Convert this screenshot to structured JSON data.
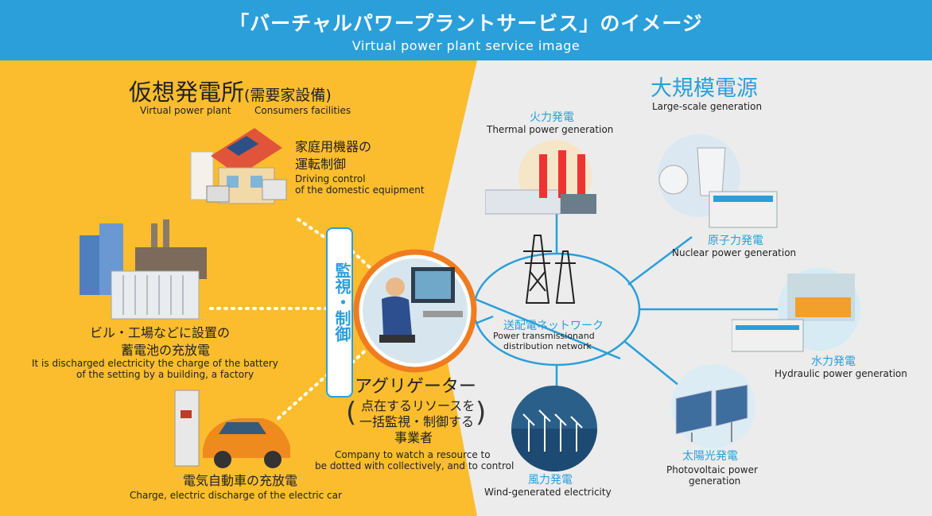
{
  "header": {
    "title": "「バーチャルパワープラントサービス」のイメージ",
    "subtitle": "Virtual power plant service image"
  },
  "left": {
    "title_jp": "仮想発電所",
    "title_jp_paren": "(需要家設備)",
    "title_en_1": "Virtual power plant",
    "title_en_2": "Consumers facilities",
    "home_jp_1": "家庭用機器の",
    "home_jp_2": "運転制御",
    "home_en_1": "Driving control",
    "home_en_2": "of the domestic equipment",
    "bld_jp_1": "ビル・工場などに設置の",
    "bld_jp_2": "蓄電池の充放電",
    "bld_en_1": "It is discharged electricity the charge of the battery",
    "bld_en_2": "of the setting by a building, a factory",
    "ev_jp": "電気自動車の充放電",
    "ev_en": "Charge, electric discharge of the electric car"
  },
  "control": {
    "label": "監視・制御"
  },
  "aggregator": {
    "title": "アグリゲーター",
    "desc_1": "点在するリソースを",
    "desc_2": "一括監視・制御する",
    "desc_3": "事業者",
    "en_1": "Company to watch a resource to",
    "en_2": "be dotted with collectively, and to control"
  },
  "network": {
    "jp": "送配電ネットワーク",
    "en_1": "Power transmissionand",
    "en_2": "distribution network"
  },
  "right": {
    "title_jp": "大規模電源",
    "title_en": "Large-scale generation",
    "thermal_jp": "火力発電",
    "thermal_en": "Thermal power generation",
    "nuclear_jp": "原子力発電",
    "nuclear_en": "Nuclear power generation",
    "hydro_jp": "水力発電",
    "hydro_en": "Hydraulic power generation",
    "solar_jp": "太陽光発電",
    "solar_en_1": "Photovoltaic power",
    "solar_en_2": "generation",
    "wind_jp": "風力発電",
    "wind_en": "Wind-generated electricity"
  },
  "colors": {
    "header": "#2a9fda",
    "left_bg": "#fbbd2e",
    "right_bg": "#ececec",
    "accent_orange": "#f07c1f"
  }
}
